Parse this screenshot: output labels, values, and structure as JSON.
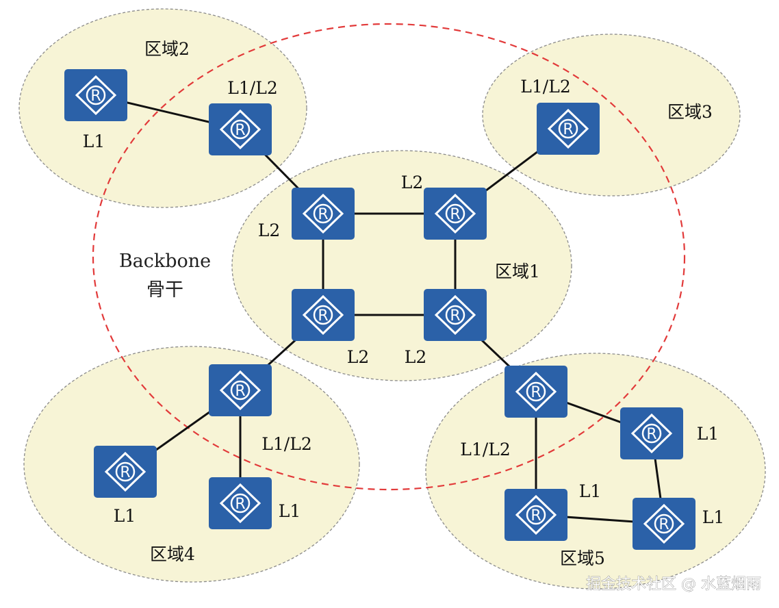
{
  "diagram": {
    "backbone": {
      "label": "Backbone",
      "label_zh": "骨干",
      "stroke_color": "#e23a3a"
    },
    "area_fill_color": "#f7f4d6",
    "router_color": "#2b61a8",
    "router_glyph": "R",
    "areas": [
      {
        "id": "area1",
        "label": "区域1"
      },
      {
        "id": "area2",
        "label": "区域2"
      },
      {
        "id": "area3",
        "label": "区域3"
      },
      {
        "id": "area4",
        "label": "区域4"
      },
      {
        "id": "area5",
        "label": "区域5"
      }
    ],
    "router_labels": {
      "a2_l1": "L1",
      "a2_l1l2": "L1/L2",
      "a3_l1l2": "L1/L2",
      "a1_tl": "L2",
      "a1_tr": "L2",
      "a1_bl": "L2",
      "a1_br": "L2",
      "a4_l1l2": "L1/L2",
      "a4_l1_left": "L1",
      "a4_l1_right": "L1",
      "a5_l1l2": "L1/L2",
      "a5_l1_right_top": "L1",
      "a5_l1_bottom_left": "L1",
      "a5_l1_bottom_right": "L1"
    }
  },
  "watermark": "掘金技术社区 @ 水蓝烟雨"
}
